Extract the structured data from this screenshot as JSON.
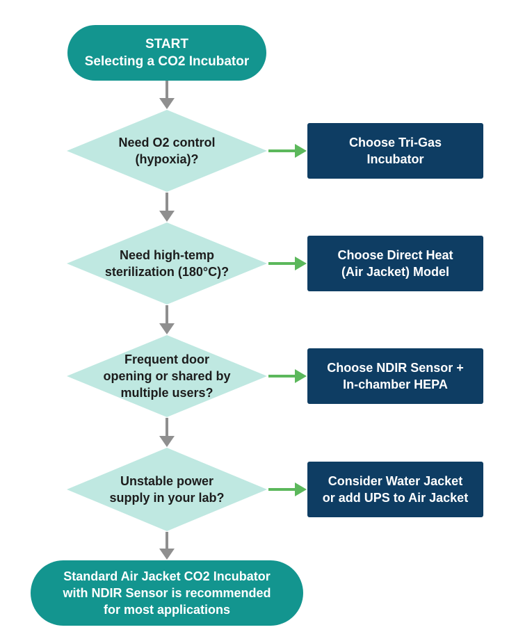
{
  "start": {
    "line1": "START",
    "line2": "Selecting a CO2 Incubator"
  },
  "decisions": [
    {
      "lines": [
        "Need O2 control",
        "(hypoxia)?"
      ]
    },
    {
      "lines": [
        "Need high-temp",
        "sterilization (180°C)?"
      ]
    },
    {
      "lines": [
        "Frequent door",
        "opening or shared by",
        "multiple users?"
      ]
    },
    {
      "lines": [
        "Unstable power",
        "supply in your lab?"
      ]
    }
  ],
  "actions": [
    {
      "lines": [
        "Choose Tri-Gas",
        "Incubator"
      ]
    },
    {
      "lines": [
        "Choose Direct Heat",
        "(Air Jacket) Model"
      ]
    },
    {
      "lines": [
        "Choose NDIR Sensor +",
        "In-chamber HEPA"
      ]
    },
    {
      "lines": [
        "Consider Water Jacket",
        "or add UPS to Air Jacket"
      ]
    }
  ],
  "end": {
    "lines": [
      "Standard Air Jacket CO2 Incubator",
      "with NDIR Sensor is recommended",
      "for most applications"
    ]
  },
  "colors": {
    "terminal": "#13958f",
    "decision": "#bfe8e1",
    "action": "#0e3d63",
    "flow_arrow": "#8f8f8f",
    "yes_arrow": "#5cb85c"
  }
}
